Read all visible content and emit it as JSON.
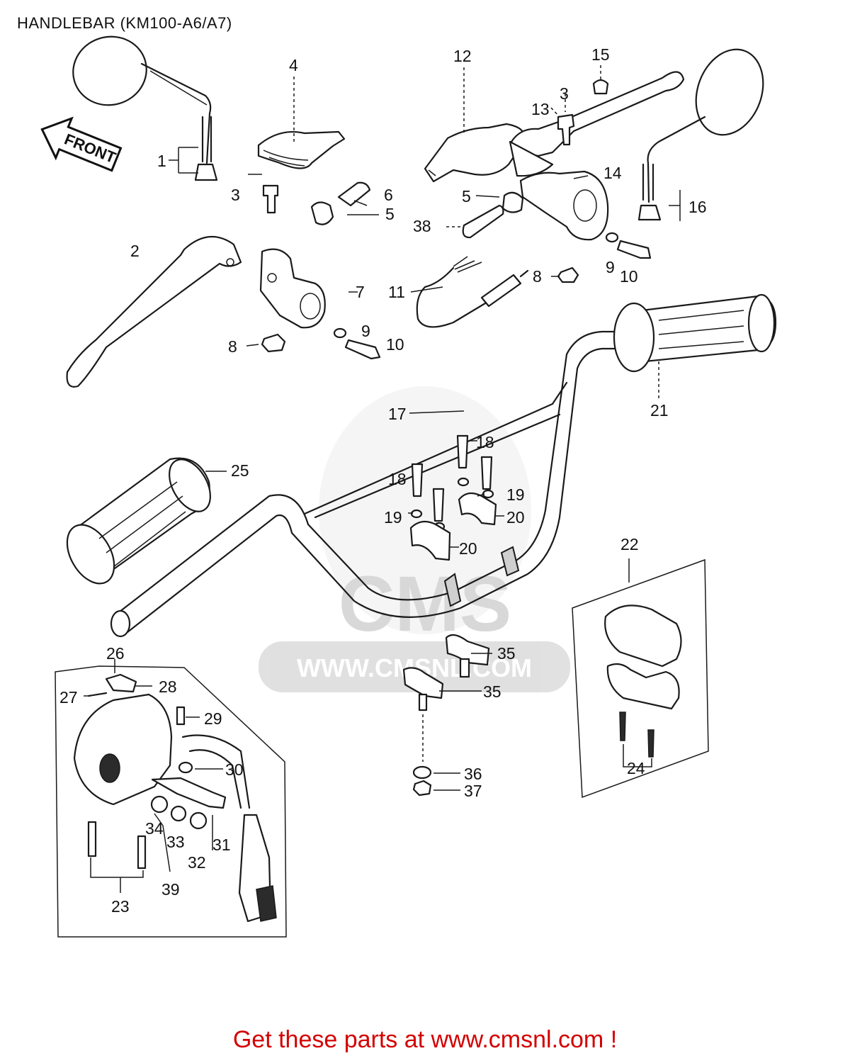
{
  "title": "HANDLEBAR (KM100-A6/A7)",
  "front_arrow_label": "FRONT",
  "watermark": {
    "text": "WWW.CMSNL.COM",
    "logo": "CMS"
  },
  "callouts": [
    "1",
    "2",
    "3",
    "3",
    "4",
    "5",
    "5",
    "6",
    "7",
    "8",
    "8",
    "9",
    "9",
    "10",
    "10",
    "11",
    "12",
    "13",
    "14",
    "15",
    "16",
    "17",
    "18",
    "18",
    "19",
    "19",
    "20",
    "20",
    "21",
    "22",
    "23",
    "24",
    "25",
    "26",
    "27",
    "28",
    "29",
    "30",
    "31",
    "32",
    "33",
    "34",
    "35",
    "35",
    "36",
    "37",
    "38",
    "39"
  ],
  "footer": "Get these parts at www.cmsnl.com !",
  "colors": {
    "line": "#1a1a1a",
    "footer_red": "#d40000",
    "watermark_gray": "#d9d9d9"
  }
}
